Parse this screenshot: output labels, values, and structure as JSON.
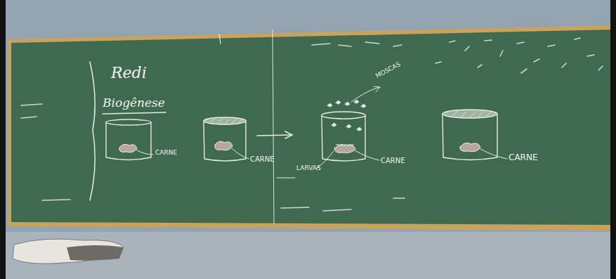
{
  "diagram": {
    "title": "Redi",
    "labels": [
      "Biogênese",
      "CARNE",
      "CARNE",
      "MOSCAS",
      "CARNE",
      "LARVAS",
      "CARNE"
    ]
  }
}
